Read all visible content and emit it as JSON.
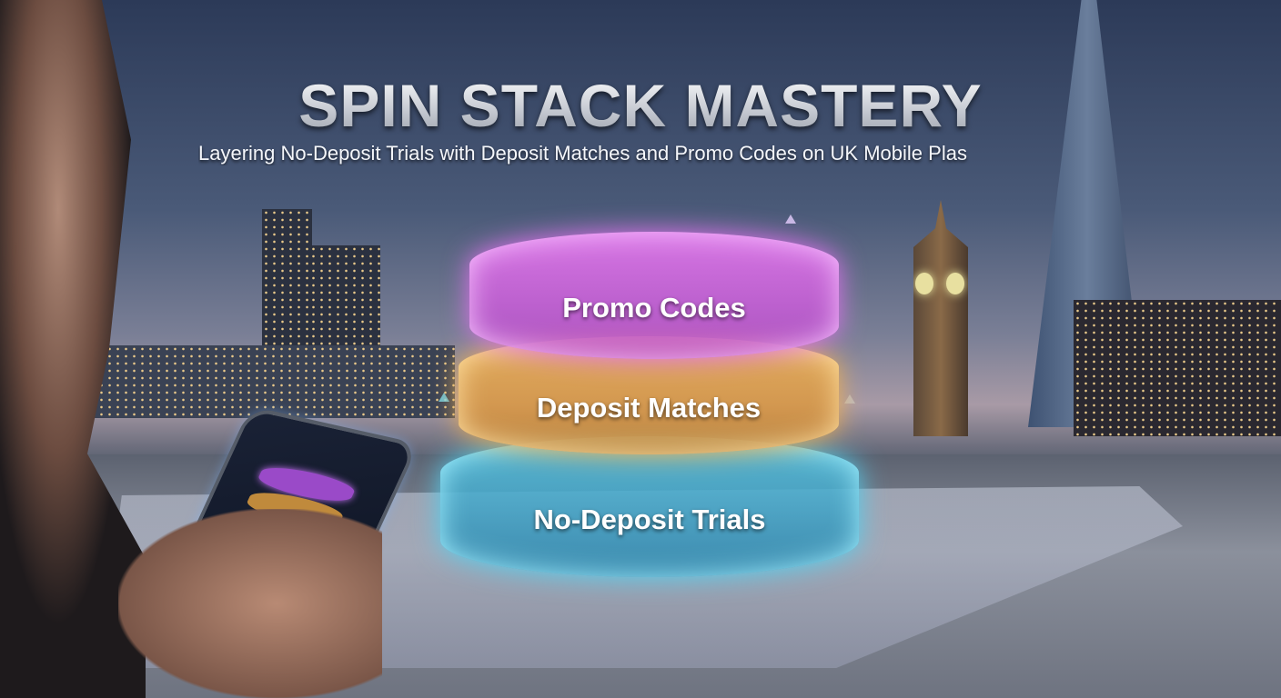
{
  "title": "SPIN STACK MASTERY",
  "subtitle": "Layering No-Deposit Trials with Deposit Matches and Promo Codes on UK Mobile Plas",
  "stack": [
    {
      "label": "Promo Codes",
      "color": "#d66ae6"
    },
    {
      "label": "Deposit Matches",
      "color": "#e8a850"
    },
    {
      "label": "No-Deposit Trials",
      "color": "#4cc4e4"
    }
  ],
  "phone_stack_colors": [
    "#9a4ac8",
    "#c08a3c",
    "#3a9ac0"
  ]
}
